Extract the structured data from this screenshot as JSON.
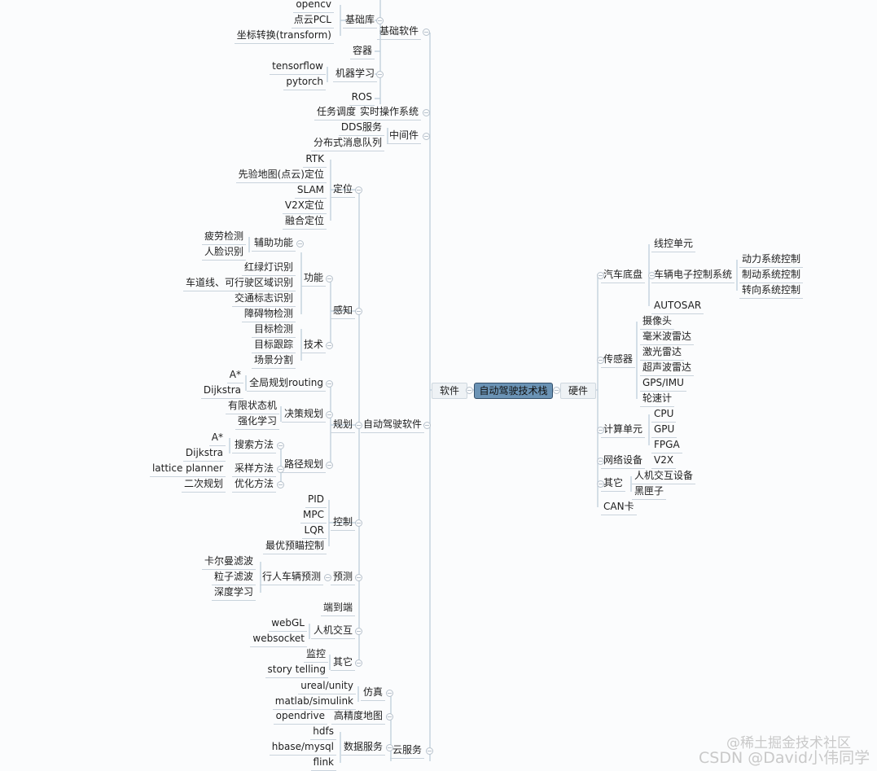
{
  "root": {
    "label": "自动驾驶技术栈"
  },
  "software": {
    "label": "软件",
    "base_software": {
      "label": "基础软件",
      "libs": {
        "label": "基础库",
        "items": [
          "opencv",
          "点云PCL",
          "坐标转换(transform)"
        ]
      },
      "container": "容器",
      "ml": {
        "label": "机器学习",
        "items": [
          "tensorflow",
          "pytorch"
        ]
      },
      "ros": "ROS"
    },
    "rtos": {
      "label": "实时操作系统",
      "items": [
        "任务调度"
      ]
    },
    "middleware": {
      "label": "中间件",
      "items": [
        "DDS服务",
        "分布式消息队列"
      ]
    },
    "ad_software": {
      "label": "自动驾驶软件",
      "localization": {
        "label": "定位",
        "items": [
          "RTK",
          "先验地图(点云)定位",
          "SLAM",
          "V2X定位",
          "融合定位"
        ]
      },
      "perception": {
        "label": "感知",
        "function": {
          "label": "功能",
          "assist": {
            "label": "辅助功能",
            "items": [
              "疲劳检测",
              "人脸识别"
            ]
          },
          "items": [
            "红绿灯识别",
            "车道线、可行驶区域识别",
            "交通标志识别",
            "障碍物检测"
          ]
        },
        "tech": {
          "label": "技术",
          "items": [
            "目标检测",
            "目标跟踪",
            "场景分割"
          ]
        }
      },
      "planning": {
        "label": "规划",
        "global": {
          "label": "全局规划routing",
          "items": [
            "A*",
            "Dijkstra"
          ]
        },
        "decision": {
          "label": "决策规划",
          "items": [
            "有限状态机",
            "强化学习"
          ]
        },
        "path": {
          "label": "路径规划",
          "search": {
            "label": "搜索方法",
            "items": [
              "A*",
              "Dijkstra"
            ]
          },
          "sampling": {
            "label": "采样方法",
            "items": [
              "lattice planner"
            ]
          },
          "optimization": {
            "label": "优化方法",
            "items": [
              "二次规划"
            ]
          }
        }
      },
      "control": {
        "label": "控制",
        "items": [
          "PID",
          "MPC",
          "LQR",
          "最优预瞄控制"
        ]
      },
      "prediction": {
        "label": "预测",
        "pedestrian": {
          "label": "行人车辆预测",
          "items": [
            "卡尔曼滤波",
            "粒子滤波",
            "深度学习"
          ]
        }
      },
      "e2e": "端到端",
      "hmi": {
        "label": "人机交互",
        "items": [
          "webGL",
          "websocket"
        ]
      },
      "other": {
        "label": "其它",
        "items": [
          "监控",
          "story telling"
        ]
      }
    },
    "cloud": {
      "label": "云服务",
      "sim": {
        "label": "仿真",
        "items": [
          "ureal/unity",
          "matlab/simulink"
        ]
      },
      "hdmap": {
        "label": "高精度地图",
        "items": [
          "opendrive"
        ]
      },
      "data": {
        "label": "数据服务",
        "items": [
          "hdfs",
          "hbase/mysql",
          "flink"
        ]
      }
    }
  },
  "hardware": {
    "label": "硬件",
    "chassis": {
      "label": "汽车底盘",
      "drive_by_wire": "线控单元",
      "ecu": {
        "label": "车辆电子控制系统",
        "items": [
          "动力系统控制",
          "制动系统控制",
          "转向系统控制"
        ]
      },
      "autosar": "AUTOSAR"
    },
    "sensors": {
      "label": "传感器",
      "items": [
        "摄像头",
        "毫米波雷达",
        "激光雷达",
        "超声波雷达",
        "GPS/IMU",
        "轮速计"
      ]
    },
    "compute": {
      "label": "计算单元",
      "items": [
        "CPU",
        "GPU",
        "FPGA"
      ]
    },
    "network": {
      "label": "网络设备",
      "items": [
        "V2X"
      ]
    },
    "other": {
      "label": "其它",
      "items": [
        "人机交互设备",
        "黑匣子"
      ]
    },
    "can": "CAN卡"
  },
  "watermark": {
    "line1": "@稀土掘金技术社区",
    "line2": "CSDN @David小伟同学"
  }
}
